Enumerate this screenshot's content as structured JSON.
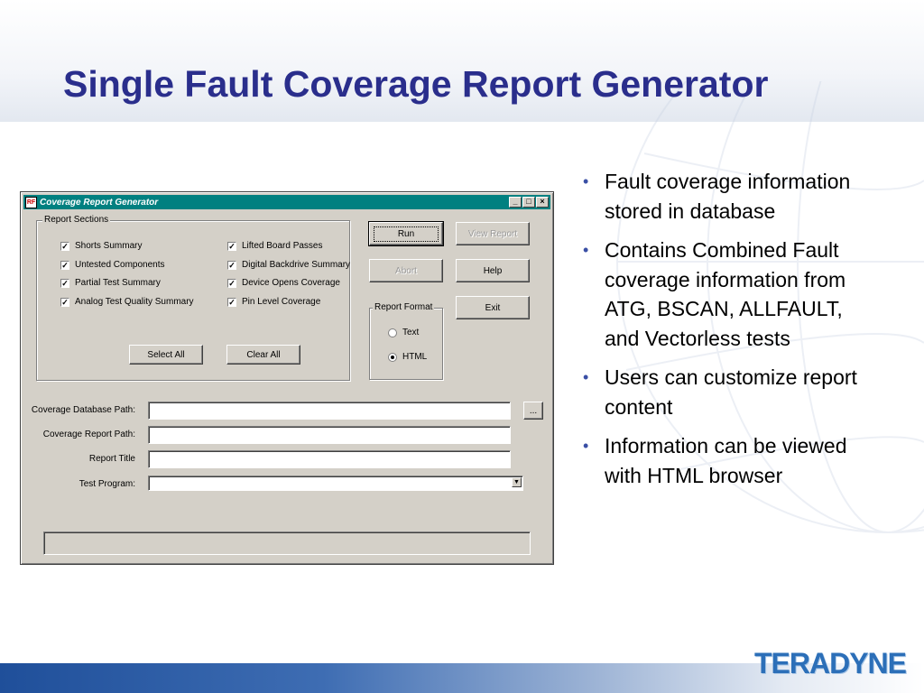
{
  "slide": {
    "title": "Single Fault Coverage Report Generator",
    "bullets": [
      "Fault coverage information stored in database",
      "Contains Combined Fault coverage information from ATG, BSCAN, ALLFAULT, and Vectorless tests",
      "Users can customize report content",
      "Information can be viewed with HTML browser"
    ],
    "logo_text": "TERADYNE"
  },
  "window": {
    "title": "Coverage Report Generator",
    "app_icon_text": "RF",
    "controls": {
      "minimize": "_",
      "maximize": "□",
      "close": "×"
    }
  },
  "report_sections": {
    "legend": "Report Sections",
    "checkboxes": [
      {
        "label": "Shorts Summary",
        "checked": true
      },
      {
        "label": "Untested Components",
        "checked": true
      },
      {
        "label": "Partial Test Summary",
        "checked": true
      },
      {
        "label": "Analog Test Quality Summary",
        "checked": true
      },
      {
        "label": "Lifted Board Passes",
        "checked": true
      },
      {
        "label": "Digital Backdrive Summary",
        "checked": true
      },
      {
        "label": "Device Opens Coverage",
        "checked": true
      },
      {
        "label": "Pin Level Coverage",
        "checked": true
      }
    ],
    "select_all": "Select All",
    "clear_all": "Clear All"
  },
  "buttons": {
    "run": "Run",
    "view_report": "View Report",
    "abort": "Abort",
    "help": "Help",
    "exit": "Exit",
    "browse": "..."
  },
  "report_format": {
    "legend": "Report Format",
    "options": [
      {
        "label": "Text",
        "selected": false
      },
      {
        "label": "HTML",
        "selected": true
      }
    ]
  },
  "fields": {
    "coverage_database_path": {
      "label": "Coverage Database Path:",
      "value": ""
    },
    "coverage_report_path": {
      "label": "Coverage Report Path:",
      "value": ""
    },
    "report_title": {
      "label": "Report Title",
      "value": ""
    },
    "test_program": {
      "label": "Test Program:",
      "value": ""
    }
  },
  "status": {
    "text": ""
  }
}
